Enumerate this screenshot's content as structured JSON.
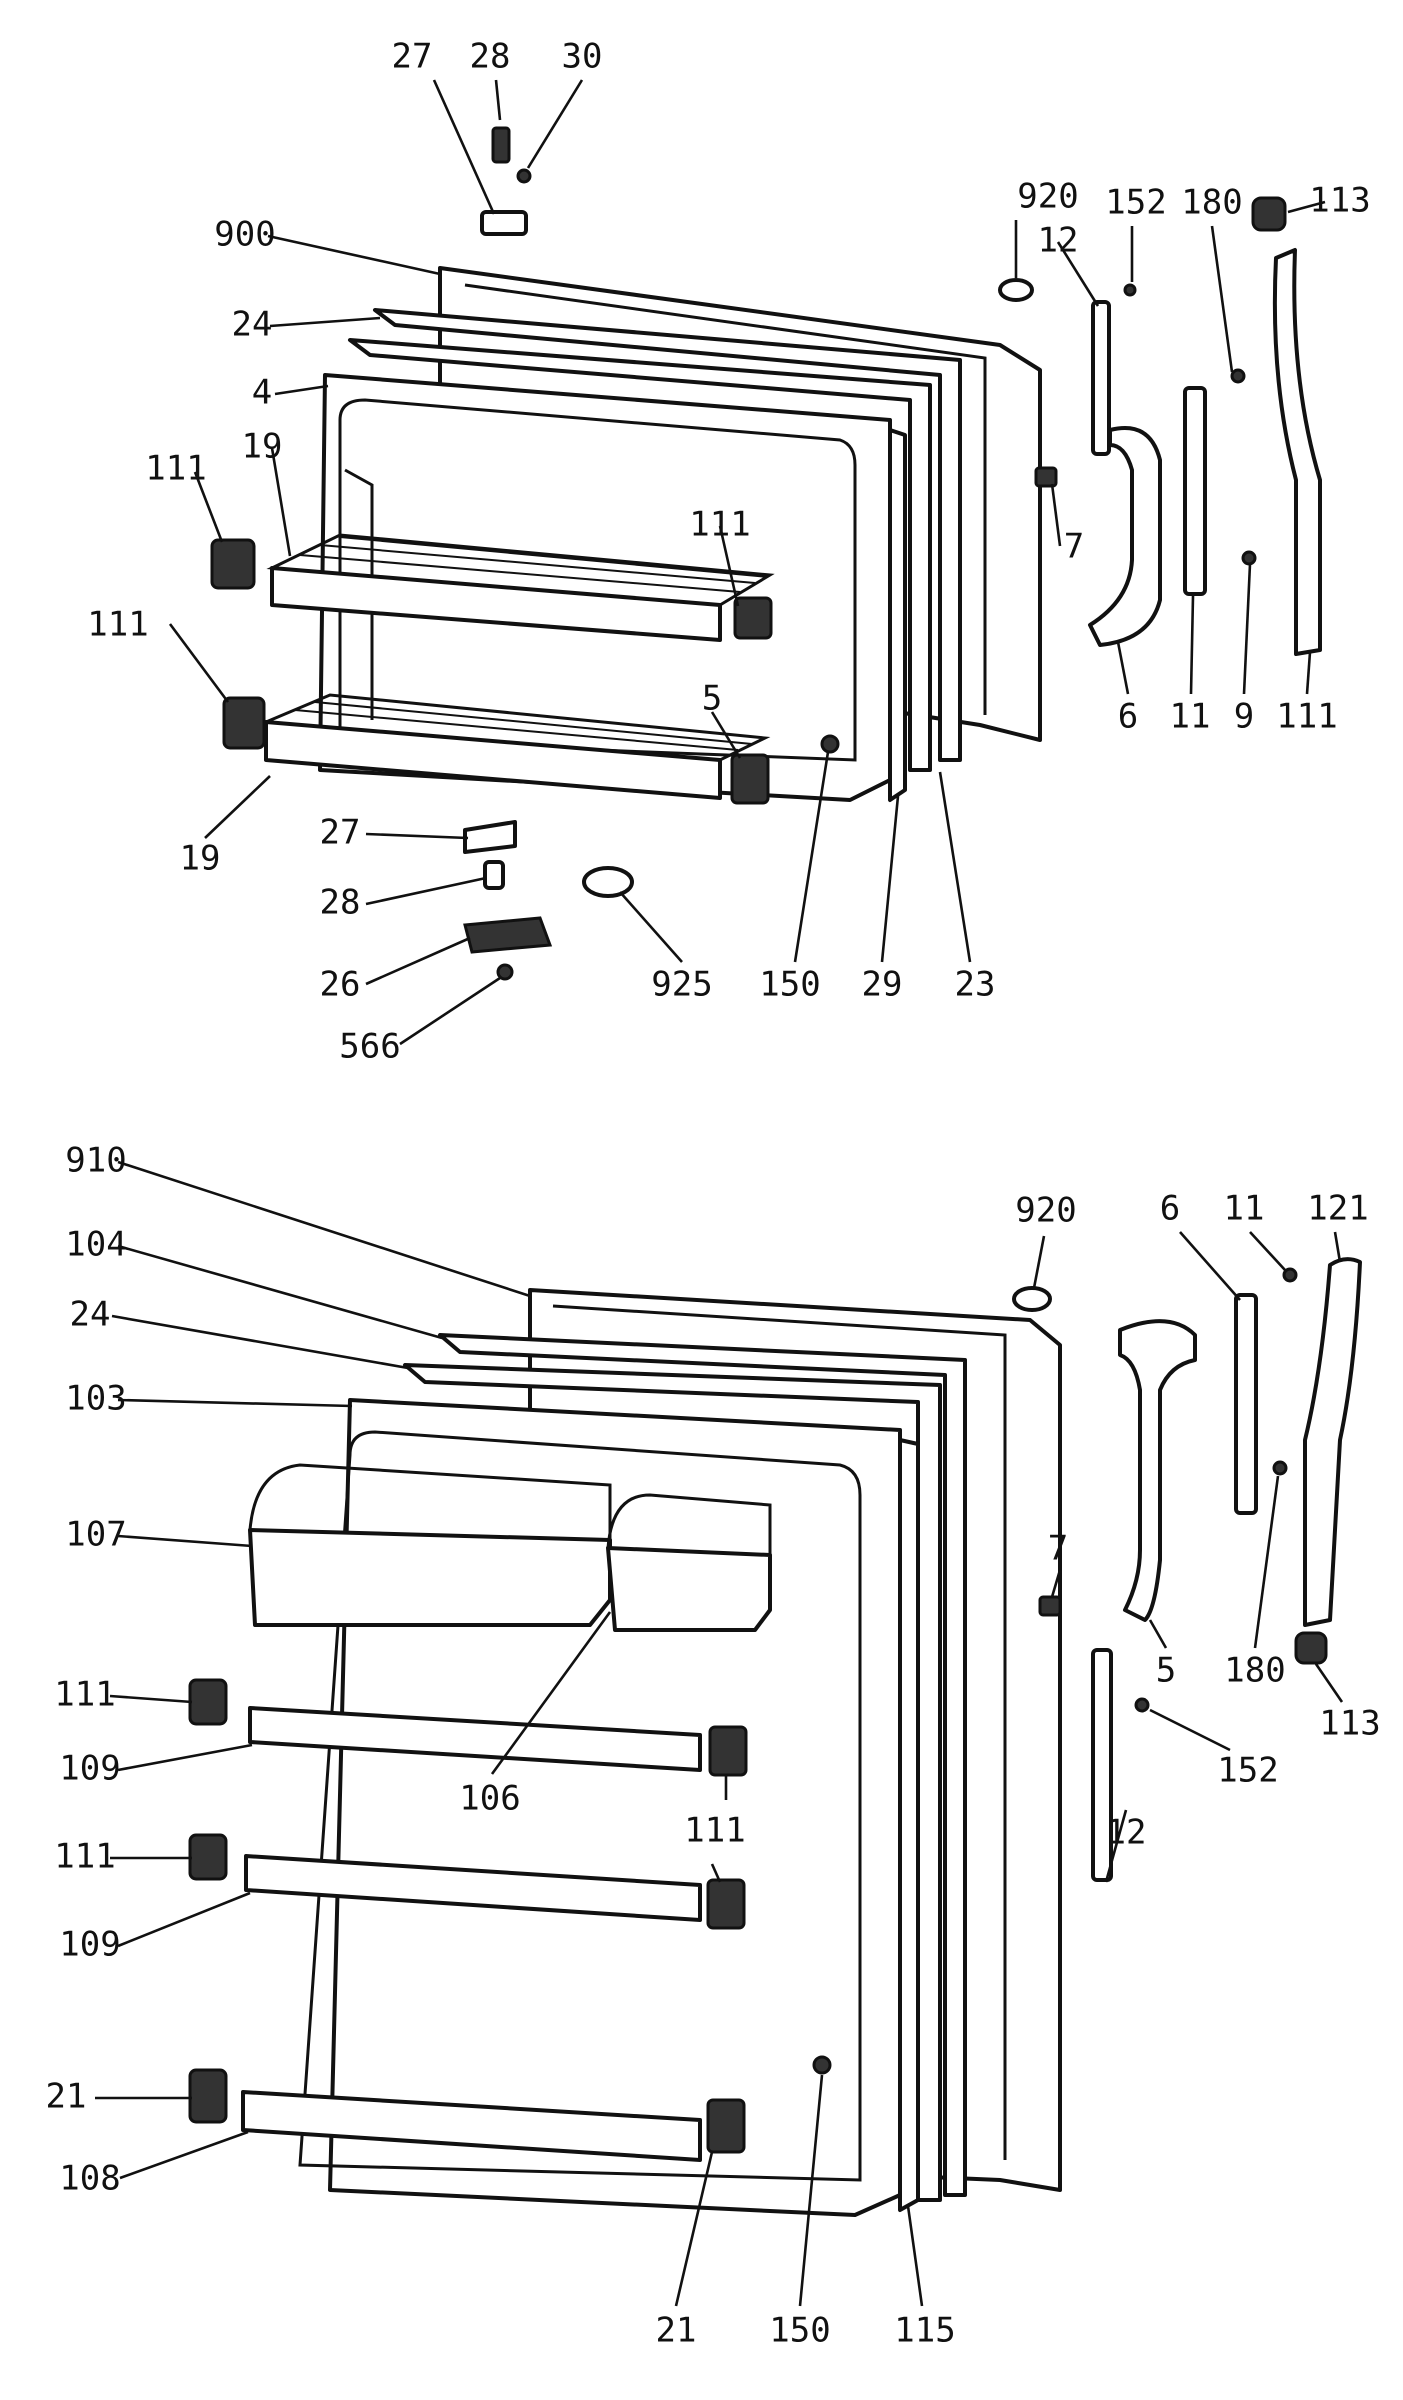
{
  "freezer_door": {
    "callouts": [
      "27",
      "28",
      "30",
      "920",
      "152",
      "180",
      "113",
      "900",
      "12",
      "24",
      "4",
      "111",
      "19",
      "111",
      "7",
      "111",
      "5",
      "6",
      "11",
      "9",
      "111",
      "19",
      "27",
      "28",
      "925",
      "150",
      "29",
      "23",
      "26",
      "566"
    ]
  },
  "fresh_food_door": {
    "callouts": [
      "910",
      "104",
      "24",
      "103",
      "107",
      "111",
      "109",
      "106",
      "111",
      "111",
      "109",
      "21",
      "108",
      "21",
      "150",
      "115",
      "920",
      "6",
      "11",
      "121",
      "7",
      "5",
      "180",
      "113",
      "152",
      "12"
    ]
  }
}
